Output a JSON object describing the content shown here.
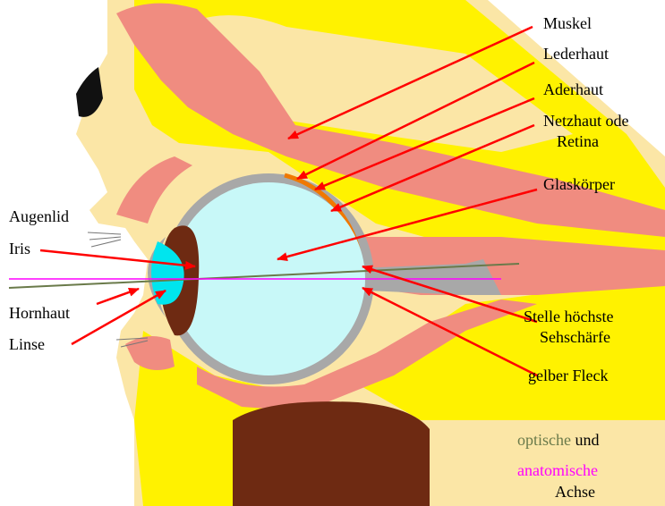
{
  "colors": {
    "skin": "#fbe6a6",
    "fat": "#fff200",
    "muscle": "#f08c80",
    "bone_dark": "#6e2a12",
    "lens_cyan": "#00e5ee",
    "vitreous": "#c8f8f8",
    "sclera_gray": "#a8a8a8",
    "choroid_orange": "#f07800",
    "arrow_red": "#ff0000",
    "optic_axis": "#6a7a4a",
    "anatomic_axis": "#ff00ff"
  },
  "labels": {
    "muskel": "Muskel",
    "lederhaut": "Lederhaut",
    "aderhaut": "Aderhaut",
    "netzhaut_line1": "Netzhaut ode",
    "netzhaut_line2": "Retina",
    "glaskoerper": "Glaskörper",
    "augenlid": "Augenlid",
    "iris": "Iris",
    "hornhaut": "Hornhaut",
    "linse": "Linse",
    "stelle_line1": "Stelle höchste",
    "stelle_line2": "Sehschärfe",
    "gelber_fleck": "gelber Fleck"
  },
  "legend": {
    "optische": "optische",
    "und": " und",
    "anatomische": "anatomische",
    "achse": "Achse"
  }
}
